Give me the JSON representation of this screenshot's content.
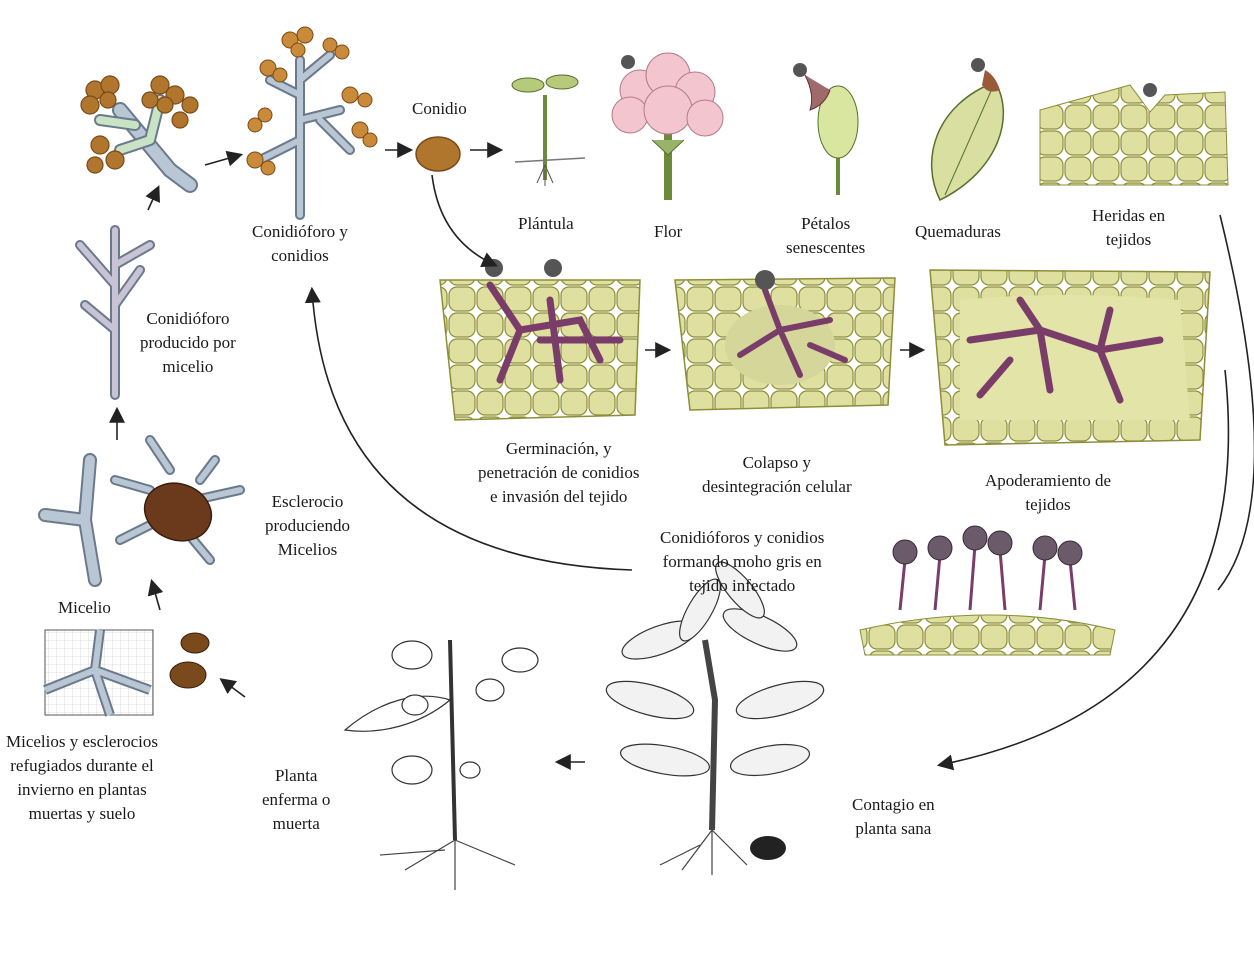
{
  "labels": {
    "conidio": "Conidio",
    "conidioforo_conidios": [
      "Conidióforo y",
      "conidios"
    ],
    "plantula": "Plántula",
    "flor": "Flor",
    "petalos": [
      "Pétalos",
      "senescentes"
    ],
    "quemaduras": "Quemaduras",
    "heridas": [
      "Heridas en",
      "tejidos"
    ],
    "conidioforo_micelio": [
      "Conidióforo",
      "producido por",
      "micelio"
    ],
    "germinacion": [
      "Germinación, y",
      "penetración de conidios",
      "e invasión del tejido"
    ],
    "colapso": [
      "Colapso y",
      "desintegración celular"
    ],
    "apoderamiento": [
      "Apoderamiento de",
      "tejidos"
    ],
    "esclerocio": [
      "Esclerocio",
      "produciendo",
      "Micelios"
    ],
    "moho_gris": [
      "Conidióforos y conidios",
      "formando moho gris en",
      "tejido infectado"
    ],
    "micelio": "Micelio",
    "refugiados": [
      "Micelios y esclerocios",
      "refugiados durante el",
      "invierno en plantas",
      "muertas y suelo"
    ],
    "planta_enferma": [
      "Planta",
      "enferma o",
      "muerta"
    ],
    "contagio": [
      "Contagio en",
      "planta sana"
    ]
  },
  "colors": {
    "spore": "#b0762e",
    "spore_dark": "#7a4a18",
    "hypha": "#b9c6d3",
    "hypha_edge": "#6a7a8c",
    "cell": "#dfe0a0",
    "cell_edge": "#8c8e3a",
    "mycelium": "#7a3d6a",
    "sclerotium": "#6b3a1c",
    "leaf": "#d9dfa0",
    "flower": "#f3c6cf",
    "arrow": "#222222"
  }
}
